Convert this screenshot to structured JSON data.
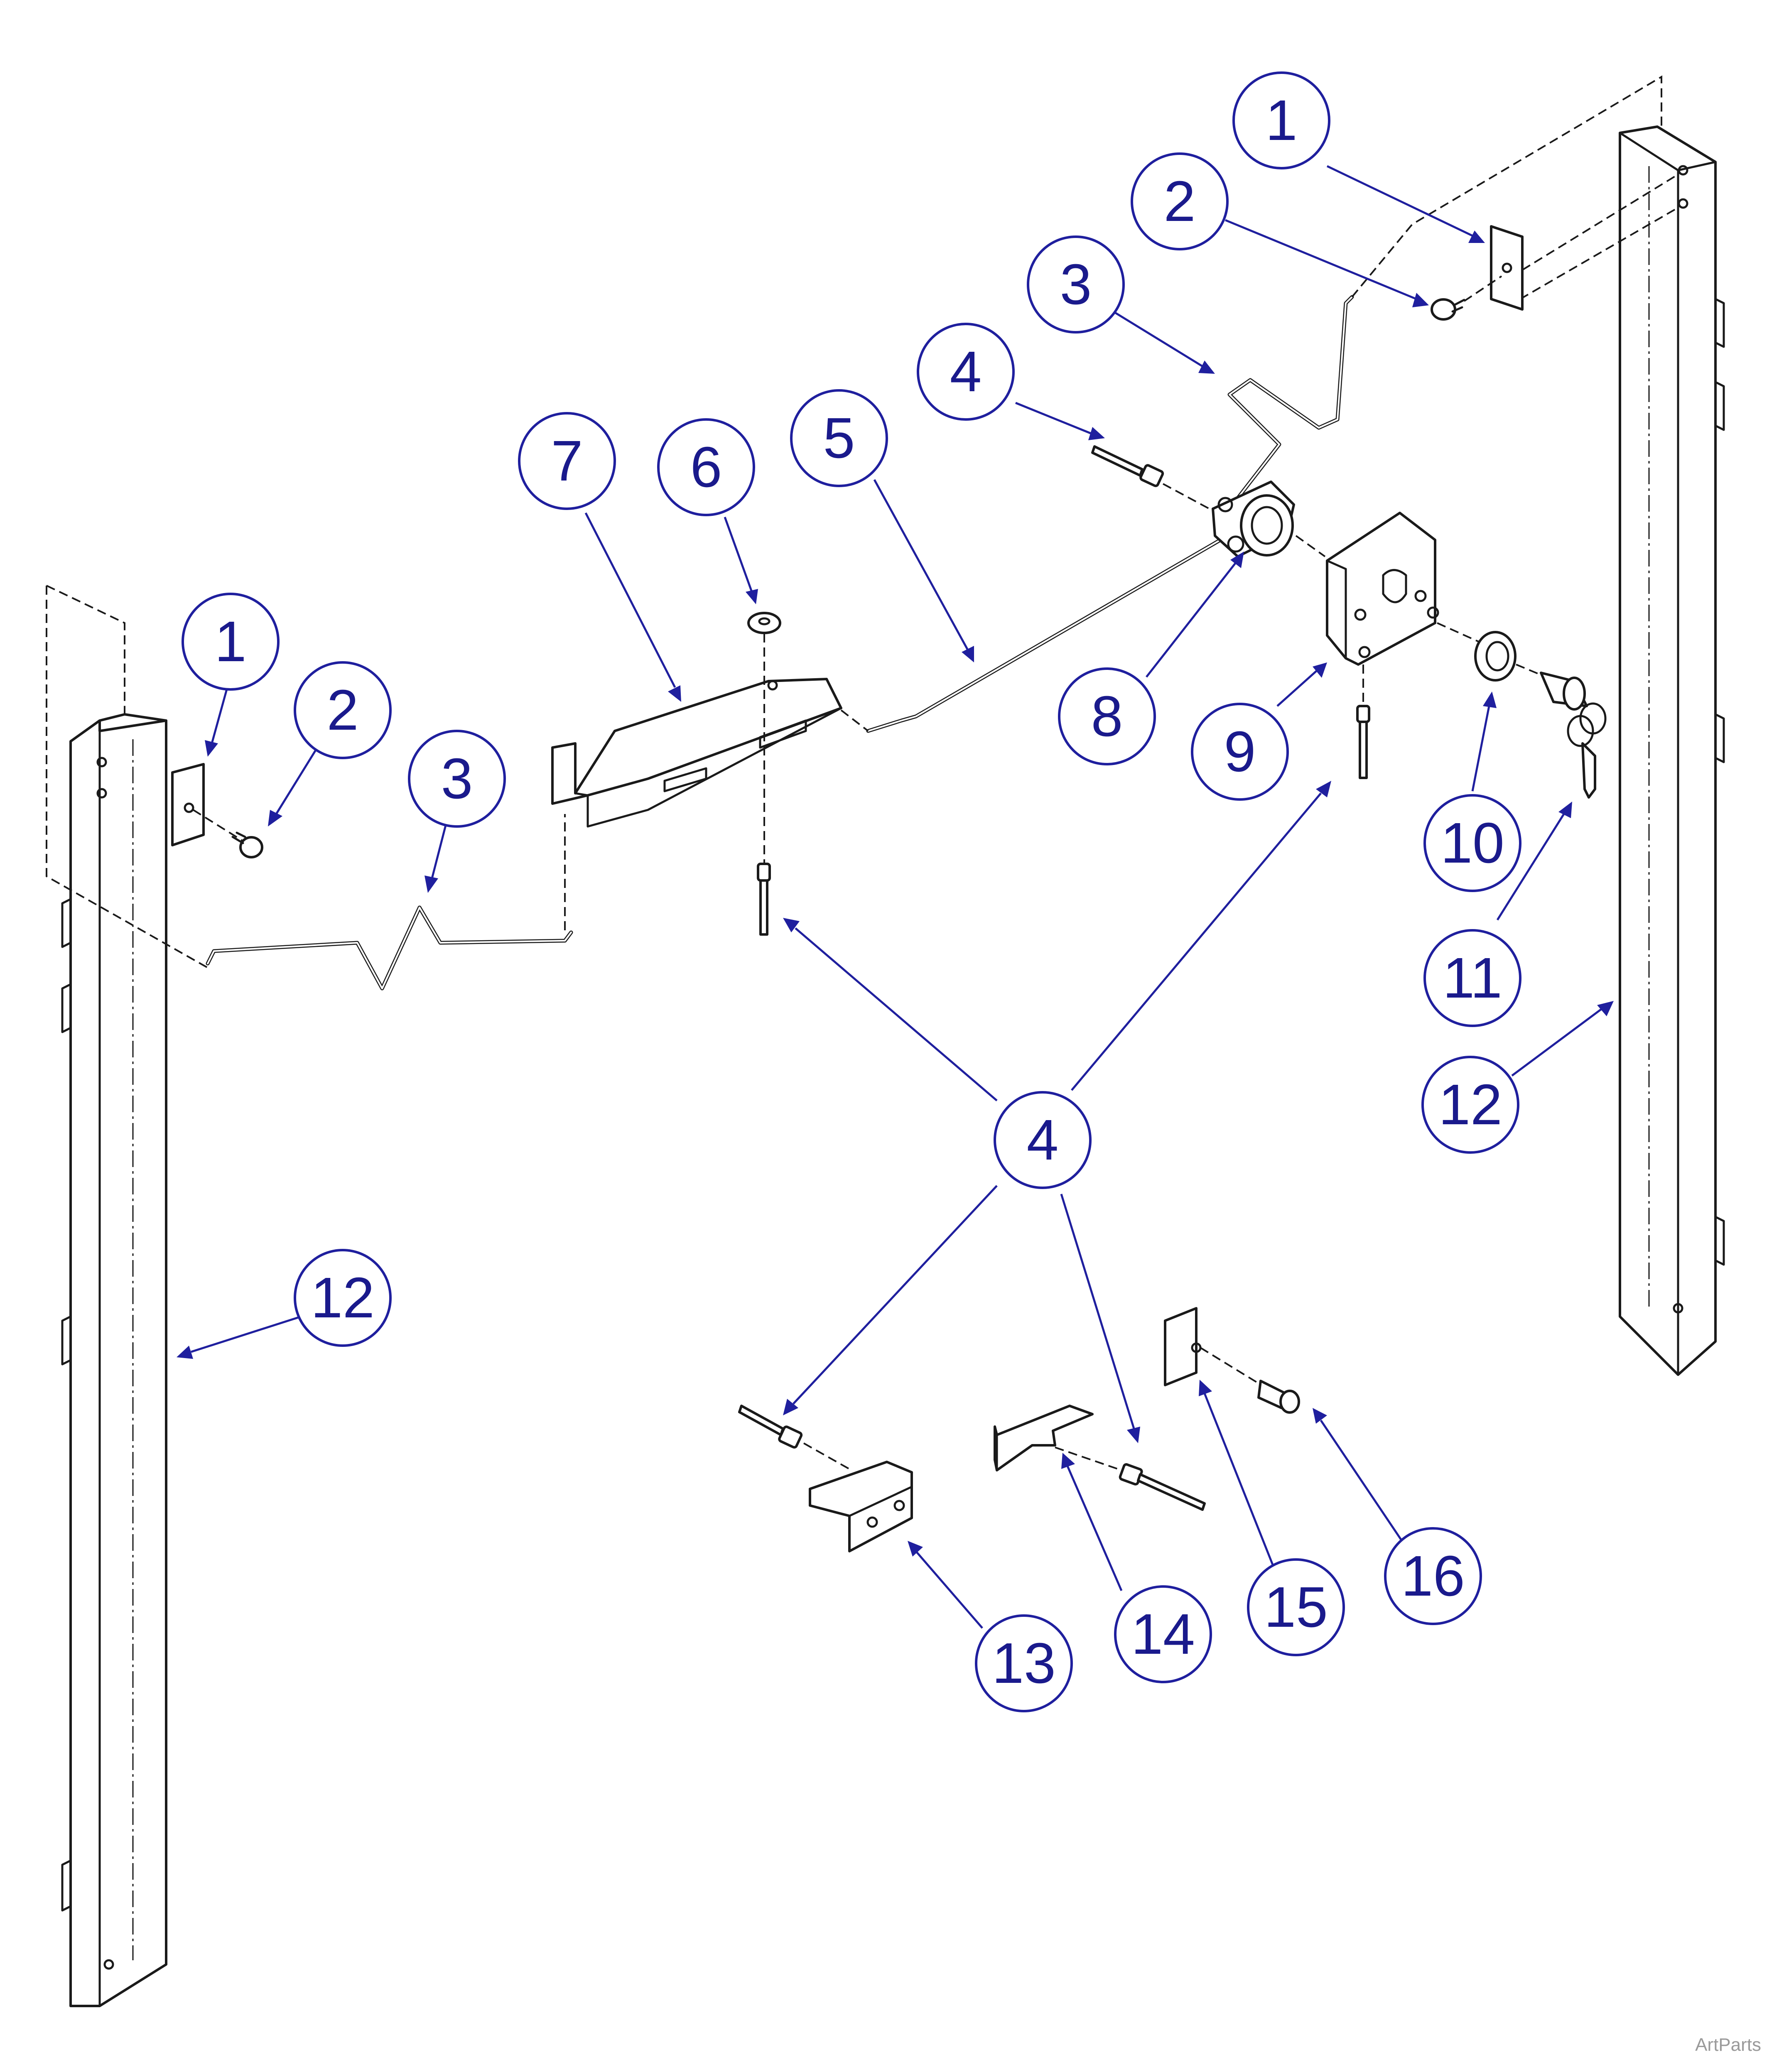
{
  "watermark": "ArtParts",
  "colors": {
    "callout": "#1f1f9e",
    "callout_text": "#1a1a8c",
    "line_art": "#1a1a1a",
    "watermark": "#9a9a9a"
  },
  "callouts": [
    {
      "label": "1"
    },
    {
      "label": "2"
    },
    {
      "label": "3"
    },
    {
      "label": "4"
    },
    {
      "label": "5"
    },
    {
      "label": "6"
    },
    {
      "label": "7"
    },
    {
      "label": "8"
    },
    {
      "label": "9"
    },
    {
      "label": "1"
    },
    {
      "label": "2"
    },
    {
      "label": "3"
    },
    {
      "label": "10"
    },
    {
      "label": "11"
    },
    {
      "label": "12"
    },
    {
      "label": "4"
    },
    {
      "label": "12"
    },
    {
      "label": "13"
    },
    {
      "label": "14"
    },
    {
      "label": "15"
    },
    {
      "label": "16"
    }
  ]
}
